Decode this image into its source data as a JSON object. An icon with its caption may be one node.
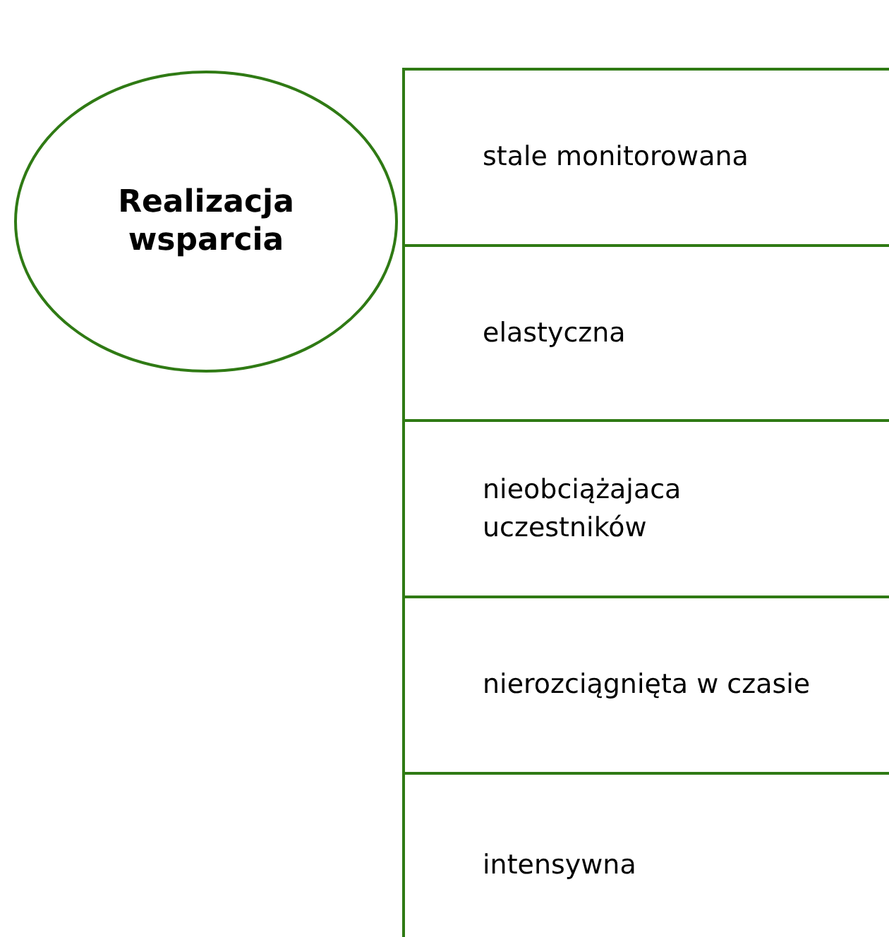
{
  "diagram": {
    "nodes": [
      {
        "text": [
          "Realizacja wsparcia"
        ]
      },
      {
        "text": [
          "stale monitorowana"
        ]
      },
      {
        "text": [
          "elastyczna"
        ]
      },
      {
        "text": [
          "nieobciążajaca uczestników"
        ]
      },
      {
        "text": [
          "nierozciągnięta w czasie"
        ]
      },
      {
        "text": [
          "intensywna"
        ]
      }
    ]
  }
}
